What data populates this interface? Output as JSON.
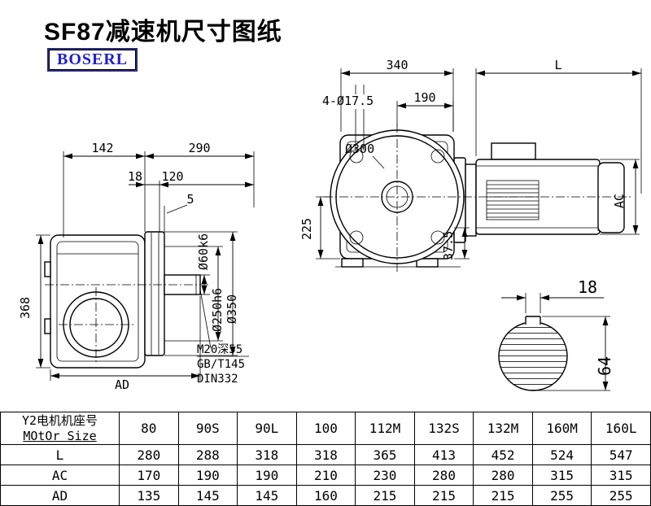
{
  "header": {
    "title": "SF87减速机尺寸图纸",
    "brand": "BOSERL"
  },
  "side_view": {
    "d142": "142",
    "d290": "290",
    "d18": "18",
    "d120": "120",
    "d5": "5",
    "d368": "368",
    "shaft_dia": "Ø60k6",
    "spigot_dia": "Ø250h6",
    "flange_dia": "Ø350",
    "dAD": "AD",
    "tap_note": "M20深55",
    "std_gb": "GB/T145",
    "std_din": "DIN332"
  },
  "front_view": {
    "d340": "340",
    "dL": "L",
    "bolt_holes": "4-Ø17.5",
    "d190": "190",
    "flange_dia": "Ø300",
    "d225": "225",
    "d37_5": "37.5",
    "dAC": "AC"
  },
  "shaft_section": {
    "key_width": "18",
    "key_depth": "64"
  },
  "table": {
    "row_header_cn": "Y2电机机座号",
    "row_header_en": "MOtOr Size",
    "sizes": [
      "80",
      "90S",
      "90L",
      "100",
      "112M",
      "132S",
      "132M",
      "160M",
      "160L"
    ],
    "rows": [
      {
        "label": "L",
        "values": [
          "280",
          "288",
          "318",
          "318",
          "365",
          "413",
          "452",
          "524",
          "547"
        ]
      },
      {
        "label": "AC",
        "values": [
          "170",
          "190",
          "190",
          "210",
          "230",
          "280",
          "280",
          "315",
          "315"
        ]
      },
      {
        "label": "AD",
        "values": [
          "135",
          "145",
          "145",
          "160",
          "215",
          "215",
          "215",
          "255",
          "255"
        ]
      }
    ]
  }
}
